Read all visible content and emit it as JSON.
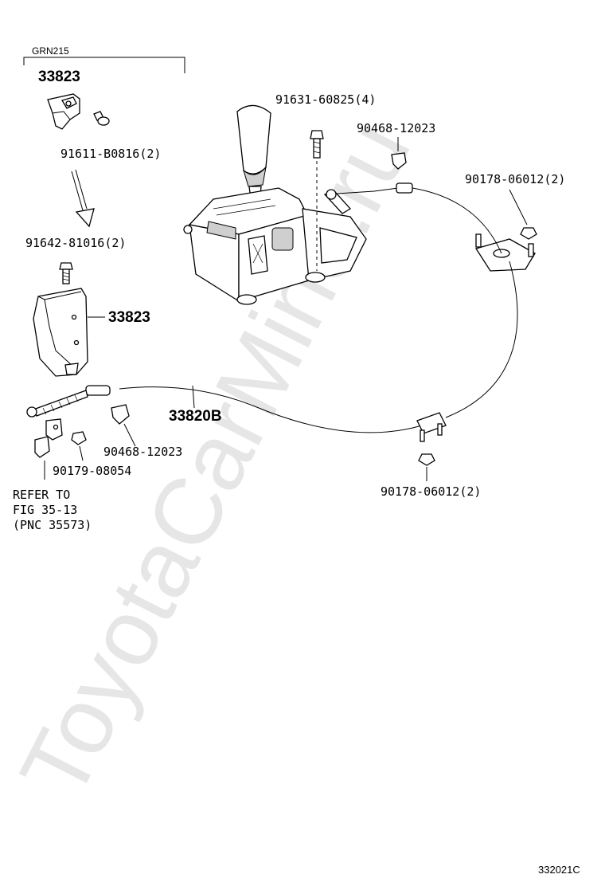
{
  "watermark": "ToyotaCarMine.ru",
  "variant_label": "GRN215",
  "figure_id": "332021C",
  "callouts": {
    "bracket_top": "33823",
    "bolt_91611": "91611-B0816(2)",
    "bolt_91642": "91642-81016(2)",
    "bracket_lower": "33823",
    "bolt_91631": "91631-60825(4)",
    "clip_upper": "90468-12023",
    "nut_upper": "90178-06012(2)",
    "cable": "33820B",
    "clip_lower": "90468-12023",
    "nut_90179": "90179-08054",
    "nut_lower": "90178-06012(2)"
  },
  "reference_note": {
    "line1": "REFER TO",
    "line2": "FIG 35-13",
    "line3": "(PNC 35573)"
  }
}
